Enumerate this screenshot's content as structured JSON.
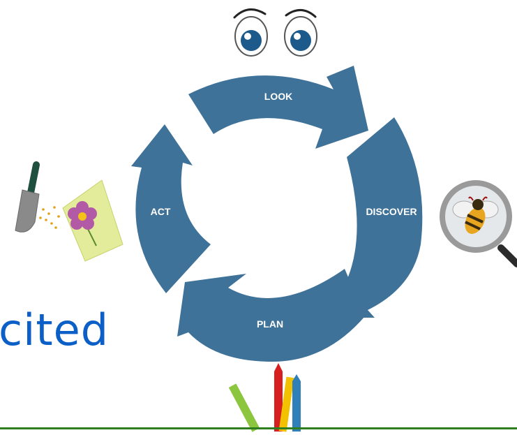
{
  "diagram": {
    "stages": {
      "look": "LOOK",
      "discover": "DISCOVER",
      "plan": "PLAN",
      "act": "ACT"
    },
    "partial_text": "cited",
    "colors": {
      "arrow": "#3f7299",
      "text": "#0b5fc7",
      "bottom_line": "#2e7d1e"
    },
    "icons": [
      "eyes-icon",
      "magnifying-glass-bee-icon",
      "crayons-icon",
      "trowel-flower-icon"
    ]
  }
}
